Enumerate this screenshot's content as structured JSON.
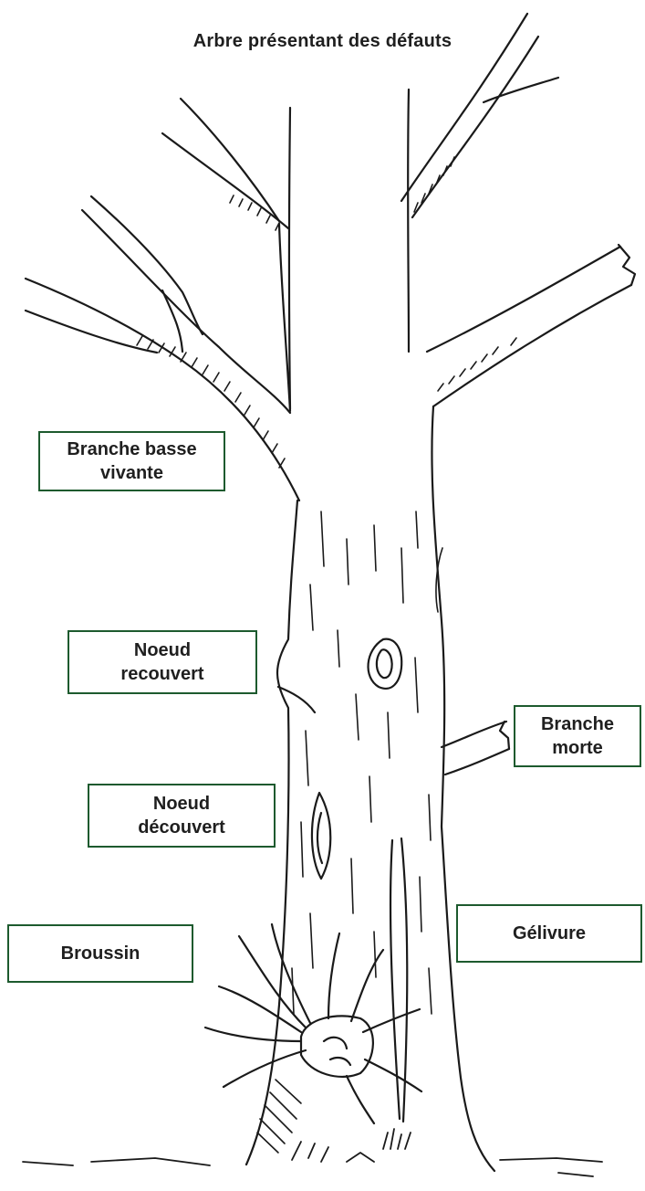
{
  "title": "Arbre présentant des défauts",
  "labels": {
    "branche_basse_vivante": [
      "Branche basse",
      "vivante"
    ],
    "noeud_recouvert": [
      "Noeud",
      "recouvert"
    ],
    "branche_morte": [
      "Branche",
      "morte"
    ],
    "noeud_decouvert": [
      "Noeud",
      "découvert"
    ],
    "broussin": [
      "Broussin"
    ],
    "gelivure": [
      "Gélivure"
    ]
  },
  "colors": {
    "label_border": "#1d5a2e",
    "ink": "#1a1a1a"
  }
}
